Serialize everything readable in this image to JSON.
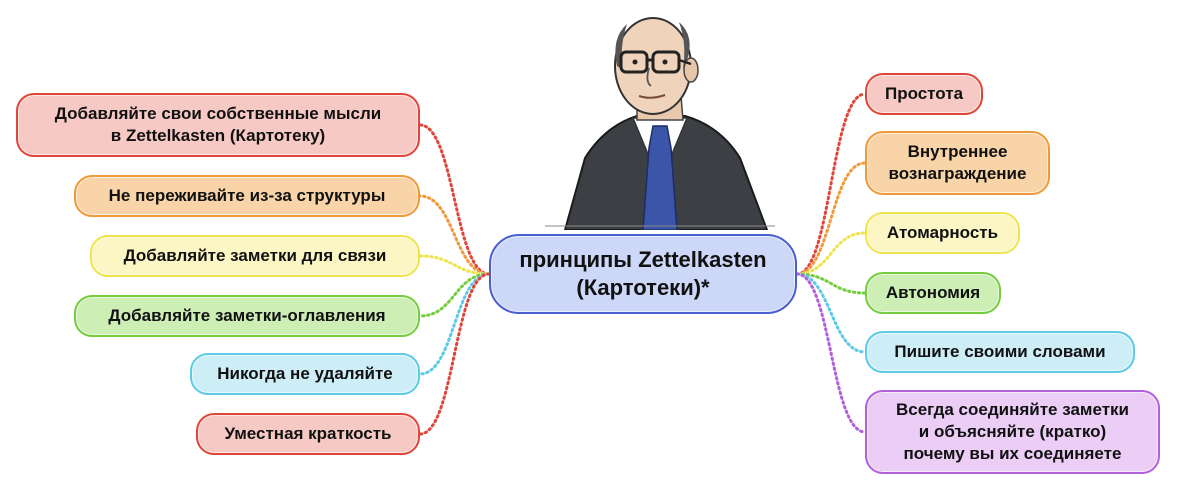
{
  "center": {
    "label": "принципы Zettelkasten\n(Картотеки)*",
    "fill": "#cdd8f8",
    "border": "#4a5fd0"
  },
  "portrait": {
    "icon": "man-portrait-illustration"
  },
  "left_nodes": [
    {
      "label": "Добавляйте свои собственные мысли\nв Zettelkasten (Картотеку)",
      "fill": "#f6c9c4",
      "border": "#e0453a"
    },
    {
      "label": "Не переживайте из-за структуры",
      "fill": "#f8d4a8",
      "border": "#ee9a3a"
    },
    {
      "label": "Добавляйте заметки для связи",
      "fill": "#fbf6c4",
      "border": "#efe44b"
    },
    {
      "label": "Добавляйте заметки-оглавления",
      "fill": "#cdeeb4",
      "border": "#74cc3e"
    },
    {
      "label": "Никогда не удаляйте",
      "fill": "#cdeef7",
      "border": "#5ccae6"
    },
    {
      "label": "Уместная краткость",
      "fill": "#f6c9c4",
      "border": "#e0453a"
    }
  ],
  "right_nodes": [
    {
      "label": "Простота",
      "fill": "#f6c9c4",
      "border": "#e0453a"
    },
    {
      "label": "Внутреннее\nвознаграждение",
      "fill": "#f8d4a8",
      "border": "#ee9a3a"
    },
    {
      "label": "Атомарность",
      "fill": "#fbf6c4",
      "border": "#efe44b"
    },
    {
      "label": "Автономия",
      "fill": "#cdeeb4",
      "border": "#74cc3e"
    },
    {
      "label": "Пишите своими словами",
      "fill": "#cdeef7",
      "border": "#5ccae6"
    },
    {
      "label": "Всегда соединяйте заметки\nи объясняйте (кратко)\nпочему вы их соединяете",
      "fill": "#ebcdf6",
      "border": "#b25fdc"
    }
  ]
}
